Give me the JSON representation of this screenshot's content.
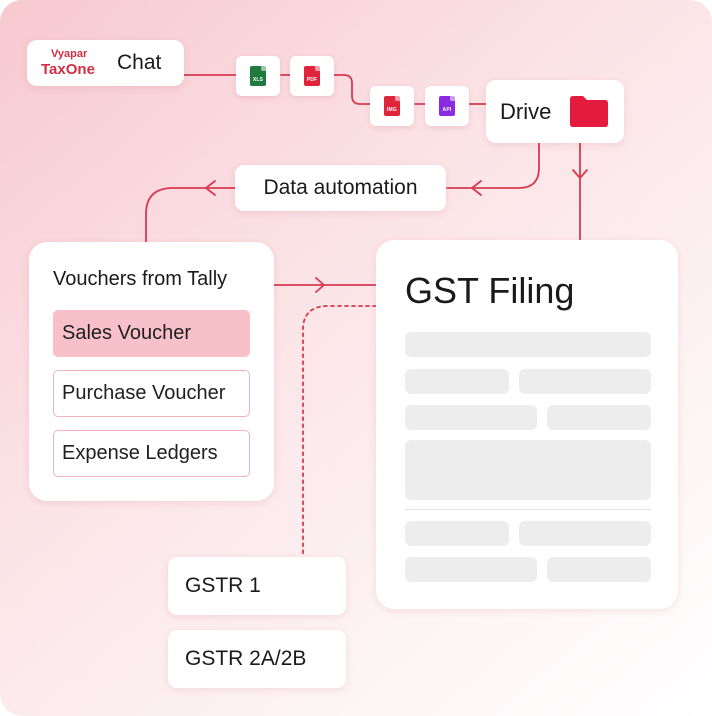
{
  "chat": {
    "logo_top": "Vyapar",
    "logo_bottom": "TaxOne",
    "label": "Chat"
  },
  "file_chips": [
    {
      "icon": "xls-file-icon",
      "text": "XLS",
      "color": "#1f7a3f"
    },
    {
      "icon": "pdf-file-icon",
      "text": "PDF",
      "color": "#e0243b"
    },
    {
      "icon": "img-file-icon",
      "text": "IMG",
      "color": "#e0243b"
    },
    {
      "icon": "api-file-icon",
      "text": "API",
      "color": "#8a2be2"
    }
  ],
  "drive": {
    "label": "Drive",
    "icon": "folder-icon",
    "icon_color": "#e31c3d"
  },
  "automation": {
    "label": "Data automation"
  },
  "vouchers": {
    "title": "Vouchers from Tally",
    "items": [
      {
        "label": "Sales Voucher",
        "selected": true
      },
      {
        "label": "Purchase Voucher",
        "selected": false
      },
      {
        "label": "Expense Ledgers",
        "selected": false
      }
    ]
  },
  "gst": {
    "title": "GST Filing"
  },
  "returns": [
    {
      "label": "GSTR 1"
    },
    {
      "label": "GSTR 2A/2B"
    }
  ],
  "colors": {
    "accent": "#d22e44",
    "connector": "#d93a50",
    "selected_bg": "#f8c0c8",
    "item_border": "#f1b3bd",
    "placeholder": "#ededed"
  }
}
